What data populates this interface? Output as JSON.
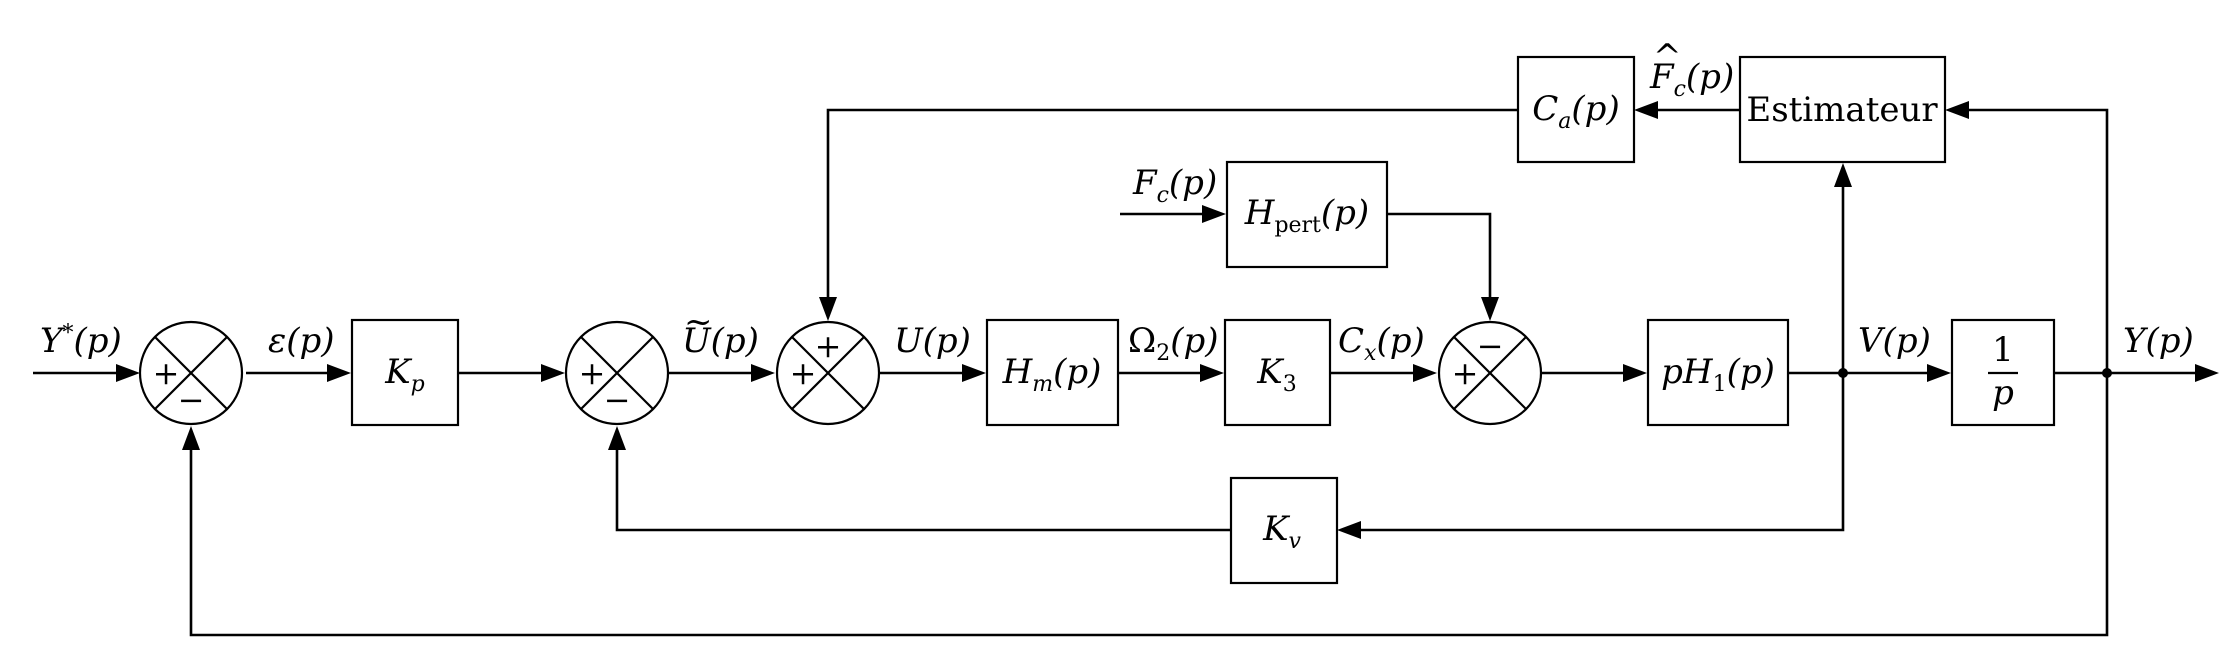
{
  "signals": {
    "yref": "Y*(p)",
    "eps": "ε(p)",
    "utilde": "Ũ(p)",
    "u": "U(p)",
    "omega2": "Ω₂(p)",
    "cx": "Cₓ(p)",
    "fc": "F_c(p)",
    "fchat": "F̂_c(p)",
    "v": "V(p)",
    "y": "Y(p)"
  },
  "blocks": {
    "kp": "K_p",
    "hm": "H_m(p)",
    "k3": "K_3",
    "ph1": "pH_1(p)",
    "inv_num": "1",
    "inv_den": "p",
    "kv": "K_v",
    "hpert": "H_pert(p)",
    "ca": "C_a(p)",
    "estim": "Estimateur"
  },
  "summers": {
    "s1": {
      "left": "+",
      "bottom": "−"
    },
    "s2": {
      "left": "+",
      "bottom": "−"
    },
    "s3": {
      "left": "+",
      "top": "+"
    },
    "s4": {
      "left": "+",
      "top": "−"
    }
  }
}
